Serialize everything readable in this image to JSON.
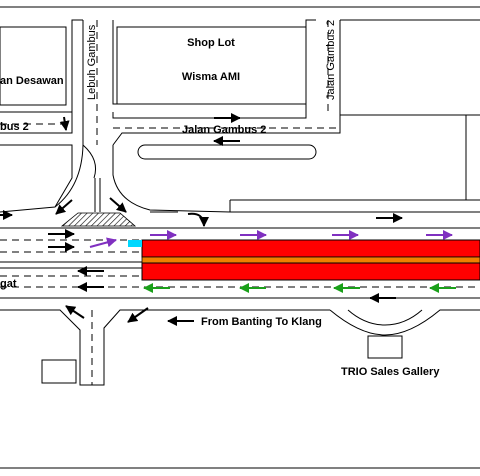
{
  "labels": {
    "shop_lot": "Shop Lot",
    "wisma_ami": "Wisma AMI",
    "desawan": "an Desawan",
    "lebuh_gambus": "Lebuh Gambus",
    "jalan_gambus_2_right": "Jalan Gambus 2",
    "jalan_gambus_2_mid": "Jalan Gambus 2",
    "bus_2_left": "bus 2",
    "gat": "gat",
    "from_banting": "From Banting To Klang",
    "trio": "TRIO Sales Gallery"
  },
  "colors": {
    "road_outline": "#000000",
    "highlight_red": "#ff0000",
    "highlight_orange": "#f08000",
    "arrow_black": "#000000",
    "arrow_purple": "#8030c0",
    "arrow_green": "#1aa01a",
    "marker_cyan": "#00d8ff",
    "hatch": "#000000"
  }
}
